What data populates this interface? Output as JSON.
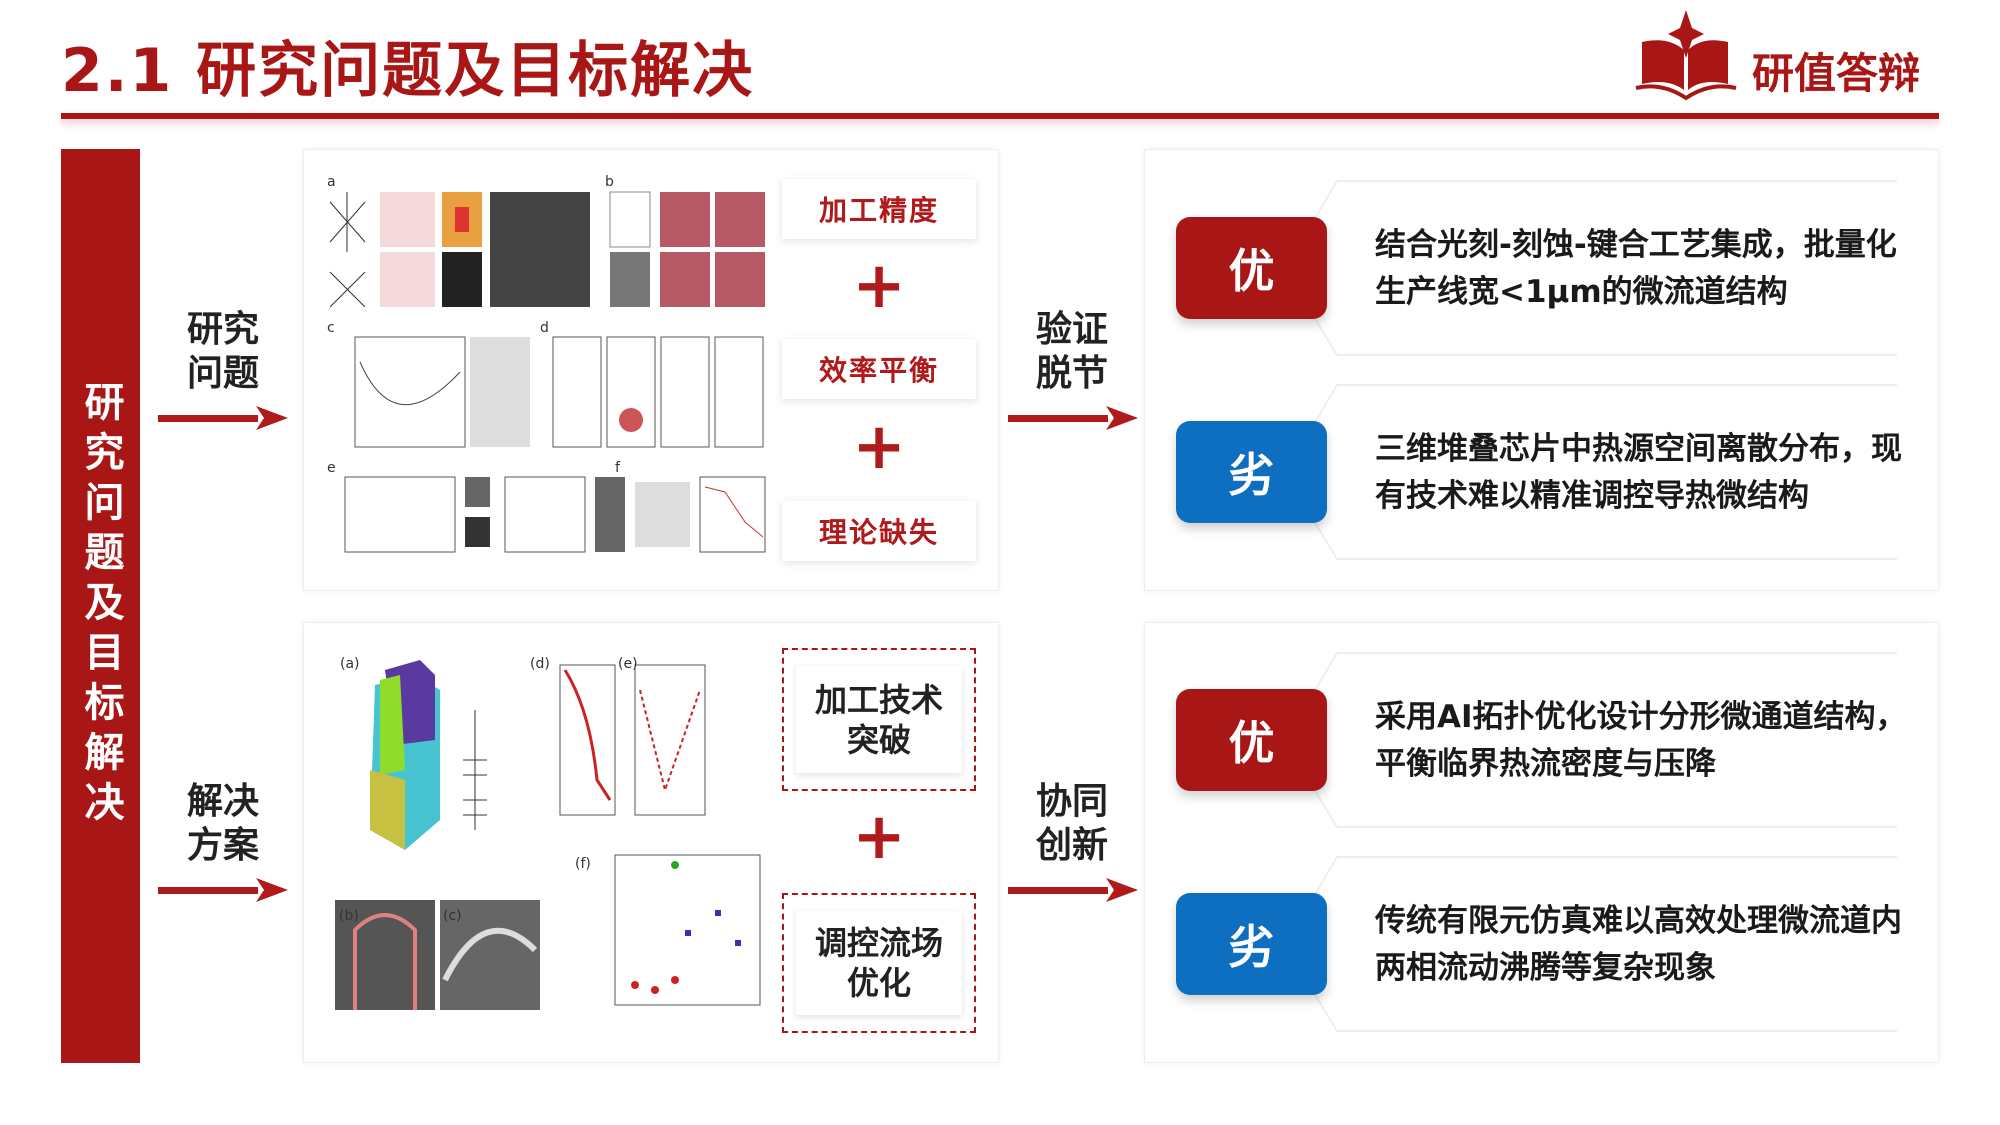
{
  "header": {
    "title": "2.1  研究问题及目标解决",
    "logo_text": "研值答辩"
  },
  "sidebar": {
    "title": "研究问题及目标解决"
  },
  "top": {
    "left_label": "研究\n问题",
    "figure_panel_letters": [
      "a",
      "b",
      "c",
      "d",
      "e",
      "f"
    ],
    "keywords": [
      "加工精度",
      "效率平衡",
      "理论缺失"
    ],
    "plus": "+",
    "mid_label": "验证\n脱节",
    "cards": [
      {
        "badge": "优",
        "text": "结合光刻-刻蚀-键合工艺集成，批量化生产线宽<1μm的微流道结构"
      },
      {
        "badge": "劣",
        "text": "三维堆叠芯片中热源空间离散分布，现有技术难以精准调控导热微结构"
      }
    ]
  },
  "bottom": {
    "left_label": "解决\n方案",
    "figure_panel_letters": [
      "(a)",
      "(b)",
      "(c)",
      "(d)",
      "(e)",
      "(f)"
    ],
    "keywords": [
      "加工技术突破",
      "调控流场优化"
    ],
    "plus": "+",
    "mid_label": "协同\n创新",
    "cards": [
      {
        "badge": "优",
        "text": "采用AI拓扑优化设计分形微通道结构，平衡临界热流密度与压降"
      },
      {
        "badge": "劣",
        "text": "传统有限元仿真难以高效处理微流道内两相流动沸腾等复杂现象"
      }
    ]
  },
  "colors": {
    "brand_red": "#a81616",
    "blue": "#0e6fc1"
  }
}
